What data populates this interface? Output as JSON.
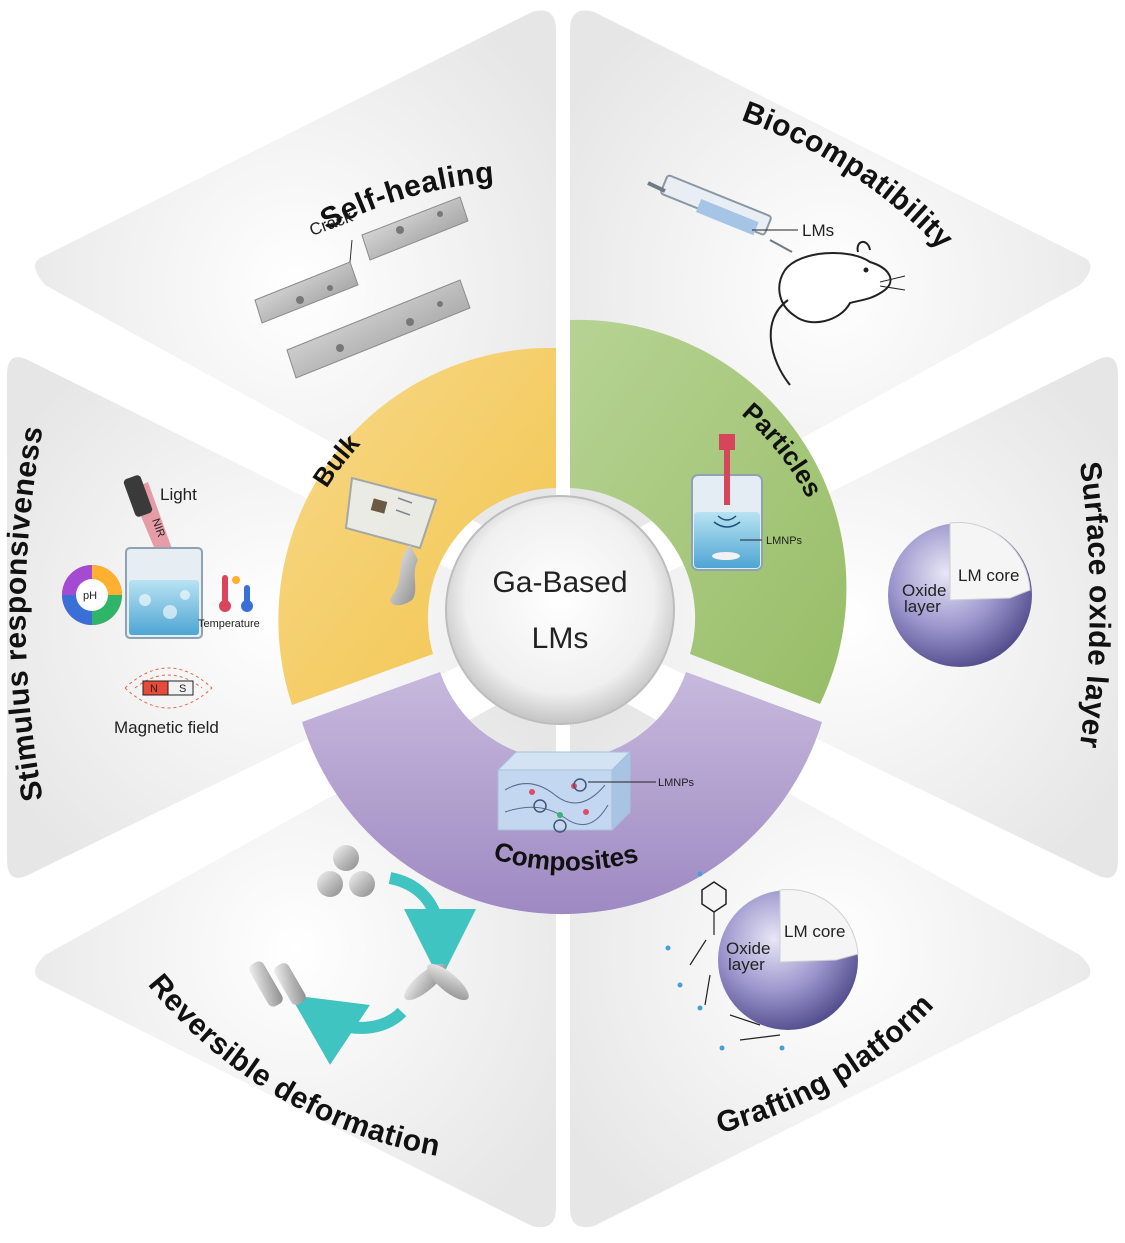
{
  "center": {
    "line1": "Ga-Based",
    "line2": "LMs"
  },
  "ring": {
    "bulk": "Bulk",
    "particles": "Particles",
    "composites": "Composites",
    "particles_label": "LMNPs",
    "composites_label": "LMNPs"
  },
  "sections": {
    "self_healing": {
      "title": "Self-healing",
      "crack_label": "Crack"
    },
    "biocompatibility": {
      "title": "Biocompatibility",
      "lms_label": "LMs"
    },
    "surface_oxide": {
      "title": "Surface oxide layer",
      "core_label": "LM core",
      "oxide_line1": "Oxide",
      "oxide_line2": "layer"
    },
    "grafting": {
      "title": "Grafting platform",
      "core_label": "LM core",
      "oxide_line1": "Oxide",
      "oxide_line2": "layer"
    },
    "reversible": {
      "title": "Reversible deformation"
    },
    "stimulus": {
      "title": "Stimulus responsiveness",
      "light_label": "Light",
      "nir_label": "NIR",
      "ph_label": "pH",
      "temperature_label": "Temperature",
      "magnetic_label": "Magnetic field",
      "n_label": "N",
      "s_label": "S"
    }
  },
  "colors": {
    "bulk": "#f5cf6a",
    "particles": "#a9c97e",
    "composites": "#ae9ccb",
    "sphere": "#8c86c2",
    "arrow": "#3fc4c2"
  }
}
